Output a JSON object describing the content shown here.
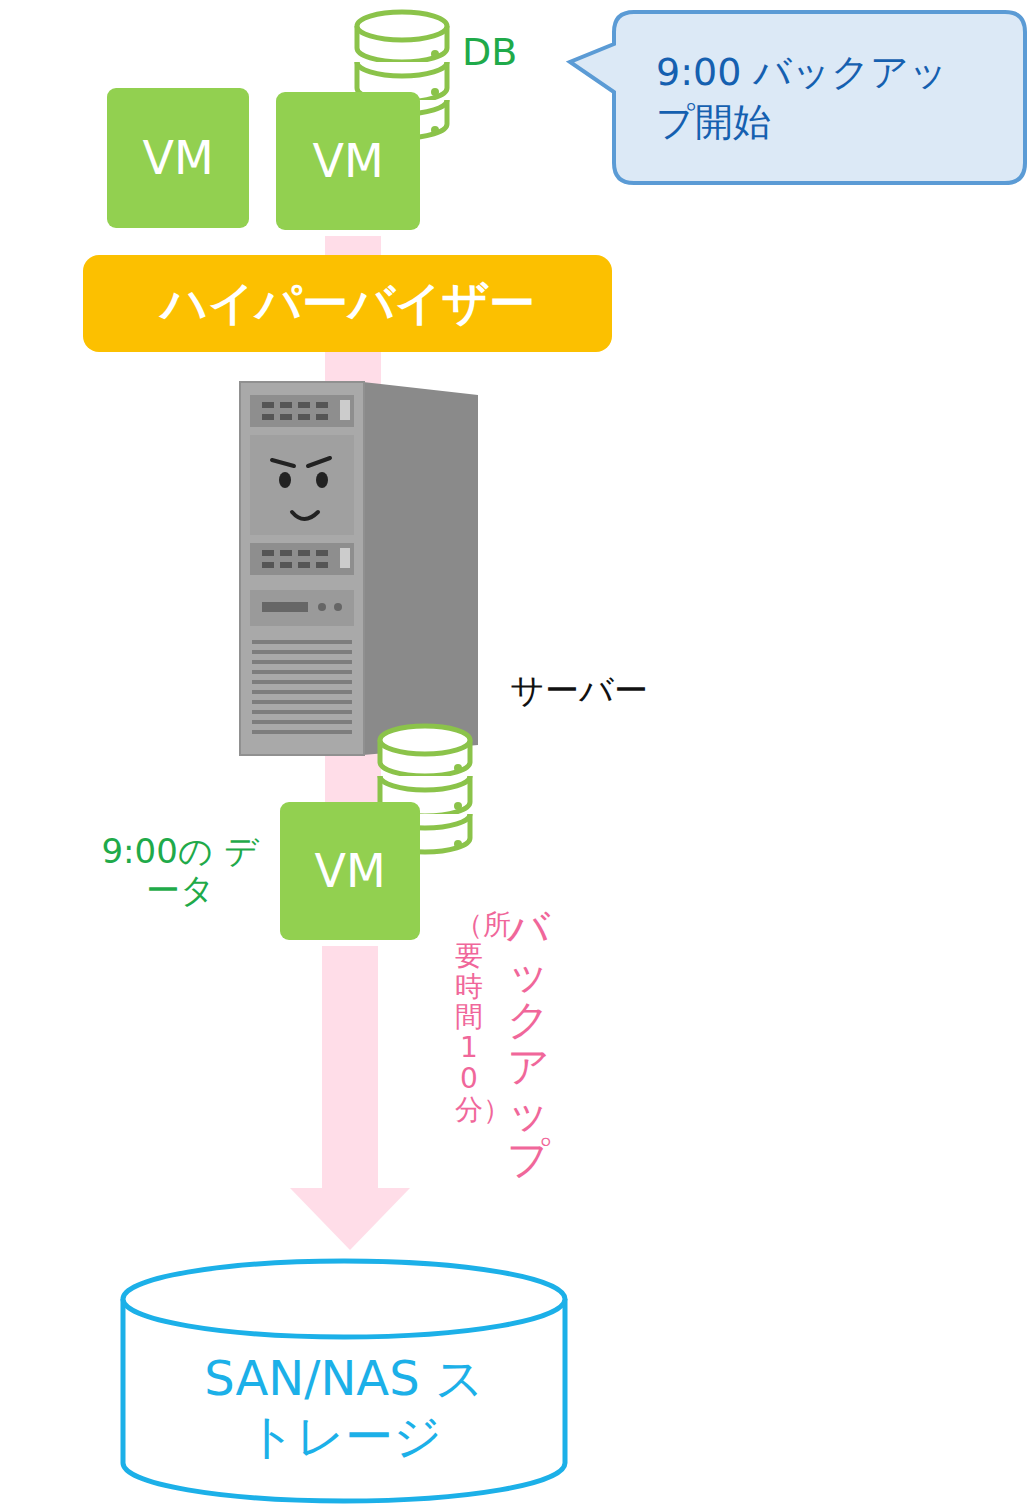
{
  "diagram": {
    "nodes": [
      {
        "text": [
          "VM"
        ]
      },
      {
        "text": [
          "VM"
        ]
      },
      {
        "text": [
          "9:00 バックアップ開始"
        ]
      },
      {
        "text": [
          "ハイパーバイザー"
        ]
      },
      {
        "text": [
          "VM"
        ]
      },
      {
        "text": [
          "SAN/NAS ストレージ"
        ]
      }
    ],
    "edges": [
      {
        "from": 4,
        "to": 5,
        "arrow": "to"
      }
    ],
    "labels": [
      "DB",
      "サーバー",
      "9:00の データ",
      "バックアップ",
      "（所要時間10分）"
    ]
  }
}
